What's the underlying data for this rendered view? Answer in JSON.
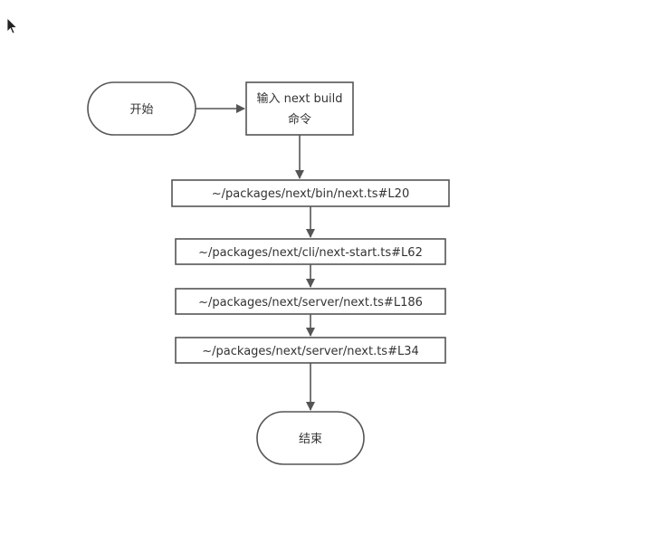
{
  "diagram": {
    "type": "flowchart",
    "nodes": [
      {
        "id": "start",
        "shape": "terminator",
        "label": "开始"
      },
      {
        "id": "input",
        "shape": "process",
        "label": "输入 next build 命令"
      },
      {
        "id": "bin",
        "shape": "process",
        "label": "~/packages/next/bin/next.ts#L20"
      },
      {
        "id": "cli",
        "shape": "process",
        "label": "~/packages/next/cli/next-start.ts#L62"
      },
      {
        "id": "server186",
        "shape": "process",
        "label": "~/packages/next/server/next.ts#L186"
      },
      {
        "id": "server34",
        "shape": "process",
        "label": "~/packages/next/server/next.ts#L34"
      },
      {
        "id": "end",
        "shape": "terminator",
        "label": "结束"
      }
    ],
    "edges": [
      {
        "from": "start",
        "to": "input"
      },
      {
        "from": "input",
        "to": "bin"
      },
      {
        "from": "bin",
        "to": "cli"
      },
      {
        "from": "cli",
        "to": "server186"
      },
      {
        "from": "server186",
        "to": "server34"
      },
      {
        "from": "server34",
        "to": "end"
      }
    ],
    "colors": {
      "stroke": "#555555",
      "fill": "#ffffff",
      "text": "#333333"
    }
  },
  "input_label_lines": [
    "输入 next build",
    "命令"
  ]
}
